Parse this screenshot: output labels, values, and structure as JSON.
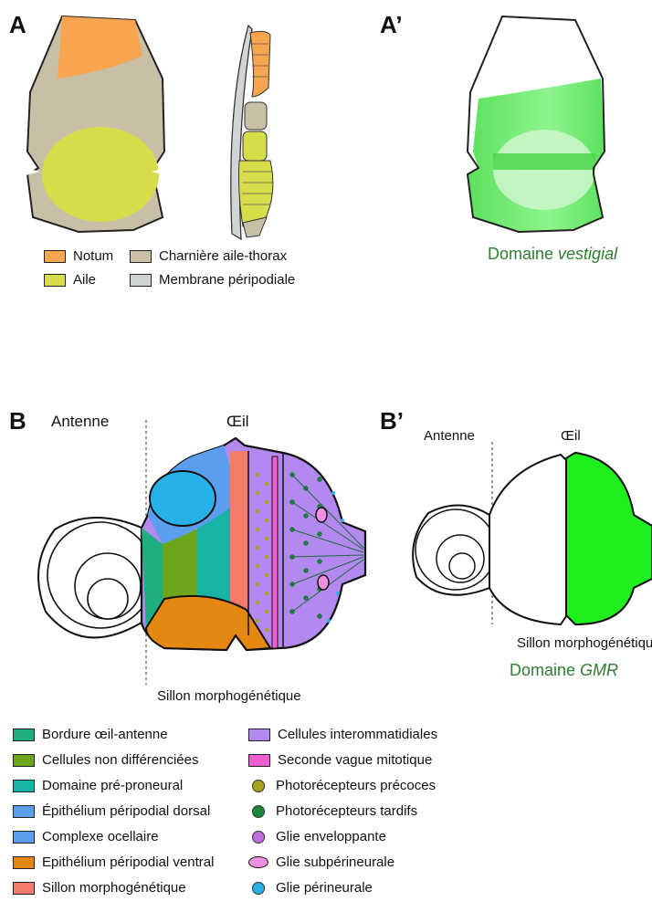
{
  "panels": {
    "A": "A",
    "A_prime": "A’",
    "B": "B",
    "B_prime": "B’"
  },
  "panel_a_legend": [
    {
      "label": "Notum",
      "color": "#f7a54f"
    },
    {
      "label": "Charnière aile-thorax",
      "color": "#c9bfa7"
    },
    {
      "label": "Aile",
      "color": "#d7dc4a"
    },
    {
      "label": "Membrane péripodiale",
      "color": "#cfd3d4"
    }
  ],
  "panel_a_prime": {
    "domain_prefix": "Domaine ",
    "domain_gene": "vestigial"
  },
  "panel_b": {
    "antenna_label": "Antenne",
    "eye_label": "Œil",
    "furrow_label": "Sillon morphogénétique"
  },
  "panel_b_prime": {
    "antenna_label": "Antenne",
    "eye_label": "Œil",
    "furrow_label": "Sillon morphogénétique",
    "domain_prefix": "Domaine ",
    "domain_gene": "GMR"
  },
  "legend_left": [
    {
      "label": "Bordure œil-antenne",
      "color": "#1fae7e"
    },
    {
      "label": "Cellules non différenciées",
      "color": "#6aa51a"
    },
    {
      "label": "Domaine pré-proneural",
      "color": "#16b3a6"
    },
    {
      "label": "Épithélium péripodial dorsal",
      "color": "#5b9ef0"
    },
    {
      "label": "Complexe ocellaire",
      "color": "#5b9ef0"
    },
    {
      "label": "Epithélium péripodial ventral",
      "color": "#e48812"
    },
    {
      "label": "Sillon morphogénétique",
      "color": "#f47a6e"
    }
  ],
  "legend_right": [
    {
      "label": "Cellules interommatidiales",
      "color": "#b389ef",
      "kind": "square"
    },
    {
      "label": "Seconde vague mitotique",
      "color": "#f25ed1",
      "kind": "square"
    },
    {
      "label": "Photorécepteurs précoces",
      "color": "#a9a21c",
      "kind": "dot"
    },
    {
      "label": "Photorécepteurs tardifs",
      "color": "#1a8a3a",
      "kind": "dot"
    },
    {
      "label": "Glie enveloppante",
      "color": "#c06be0",
      "kind": "dot"
    },
    {
      "label": "Glie subpérineurale",
      "color": "#f08ee0",
      "kind": "ellipse"
    },
    {
      "label": "Glie périneurale",
      "color": "#26b2e8",
      "kind": "dot"
    }
  ],
  "colors": {
    "notum": "#f7a54f",
    "hinge": "#c9bfa7",
    "wing": "#d7dc4a",
    "membrane": "#cfd3d4",
    "vestigial_green": "#4ee84e",
    "gmr_green": "#1ef01e"
  }
}
